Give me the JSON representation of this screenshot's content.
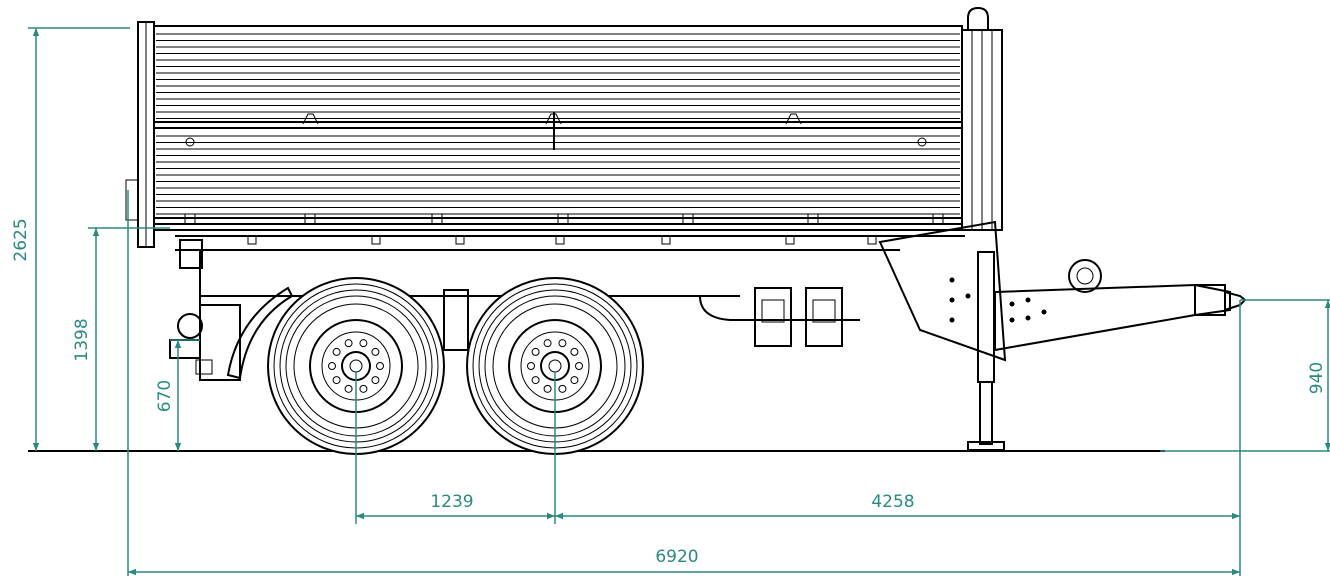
{
  "colors": {
    "dimension": "#2a8a80",
    "outline": "#000000",
    "background": "#ffffff"
  },
  "dimensions": {
    "total_height": "2625",
    "frame_height": "1398",
    "hitch_low_height": "670",
    "drawbar_height": "940",
    "axle_spacing": "1239",
    "axle_to_hitch": "4258",
    "overall_length": "6920"
  }
}
